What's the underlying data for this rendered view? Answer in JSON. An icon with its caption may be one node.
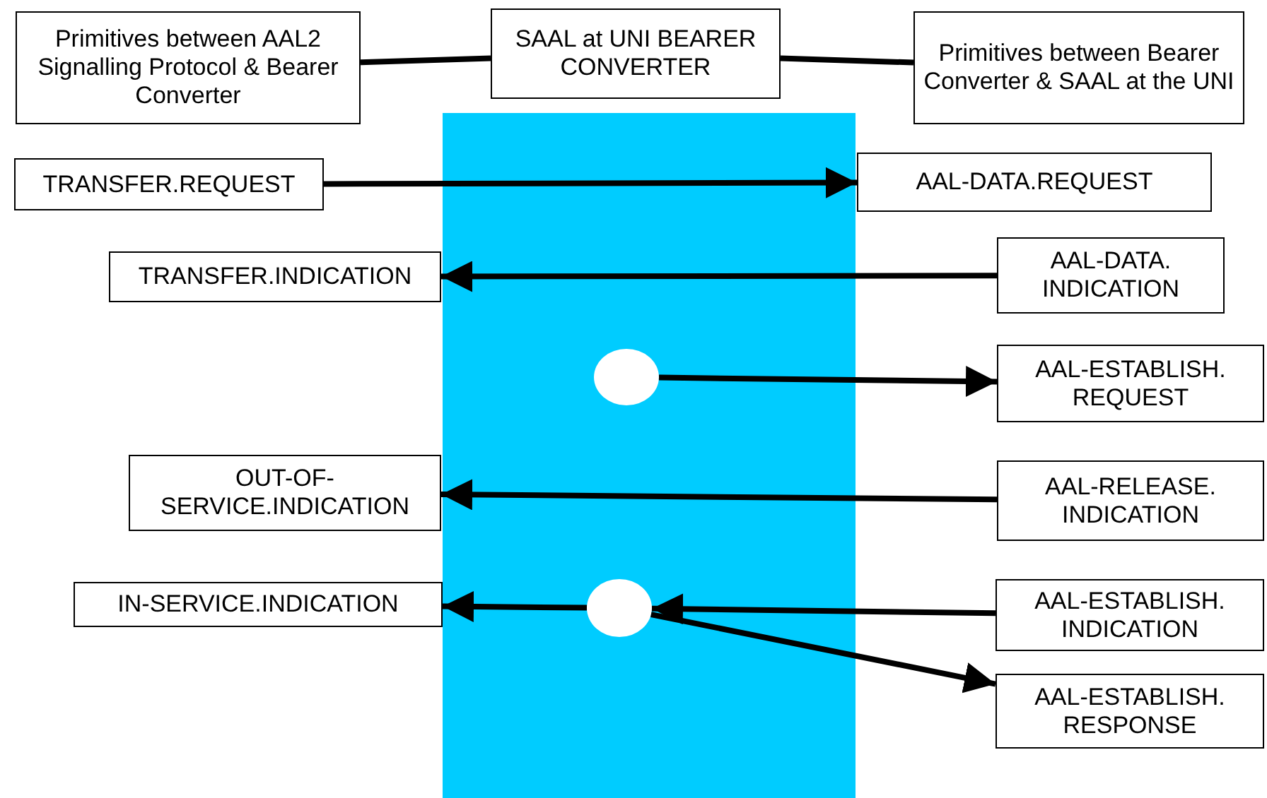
{
  "diagram": {
    "nodes": [
      {
        "text": [
          "Primitives between AAL2 Signalling Protocol & Bearer Converter"
        ]
      },
      {
        "text": [
          "SAAL at UNI BEARER CONVERTER"
        ]
      },
      {
        "text": [
          "Primitives between Bearer Converter & SAAL at the UNI"
        ]
      },
      {
        "text": [],
        "shape": "box"
      },
      {
        "text": [
          "TRANSFER.REQUEST"
        ]
      },
      {
        "text": [
          "AAL-DATA.REQUEST"
        ]
      },
      {
        "text": [
          "TRANSFER.INDICATION"
        ]
      },
      {
        "text": [
          "AAL-DATA. INDICATION"
        ]
      },
      {
        "text": [],
        "shape": "circle",
        "in": 3
      },
      {
        "text": [
          "AAL-ESTABLISH. REQUEST"
        ]
      },
      {
        "text": [
          "OUT-OF- SERVICE.INDICATION"
        ]
      },
      {
        "text": [
          "AAL-RELEASE. INDICATION"
        ]
      },
      {
        "text": [
          "IN-SERVICE.INDICATION"
        ]
      },
      {
        "text": [],
        "shape": "circle",
        "in": 3
      },
      {
        "text": [
          "AAL-ESTABLISH. INDICATION"
        ]
      },
      {
        "text": [
          "AAL-ESTABLISH. RESPONSE"
        ]
      }
    ],
    "edges": [
      {
        "from": 0,
        "to": 1,
        "arrow": "none"
      },
      {
        "from": 1,
        "to": 2,
        "arrow": "none"
      },
      {
        "from": 4,
        "to": 5,
        "arrow": "to"
      },
      {
        "from": 7,
        "to": 6,
        "arrow": "to"
      },
      {
        "from": 8,
        "to": 9,
        "arrow": "to"
      },
      {
        "from": 11,
        "to": 10,
        "arrow": "to"
      },
      {
        "from": 13,
        "to": 12,
        "arrow": "to"
      },
      {
        "from": 14,
        "to": 13,
        "arrow": "to"
      },
      {
        "from": 13,
        "to": 15,
        "arrow": "to"
      }
    ]
  }
}
